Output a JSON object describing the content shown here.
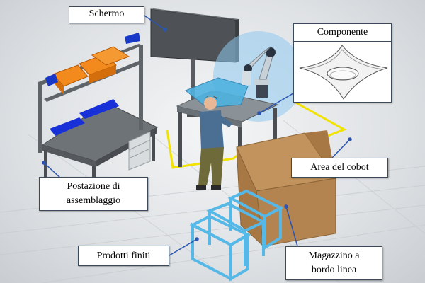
{
  "labels": {
    "screen": "Schermo",
    "component": "Componente",
    "workstation_line1": "Postazione di",
    "workstation_line2": "assemblaggio",
    "cobot_area": "Area del cobot",
    "finished_products": "Prodotti finiti",
    "warehouse_line1": "Magazzino a",
    "warehouse_line2": "bordo linea"
  },
  "colors": {
    "cobot_area_boundary": "#f2e200",
    "callout_lines": "#2a55b0",
    "cobot_reach_zone": "#8ec8ee",
    "bins_orange": "#f28a1e",
    "parts_blue": "#1830d8",
    "shelves_cyan": "#55b8e6",
    "cardboard_box": "#c2935c"
  }
}
